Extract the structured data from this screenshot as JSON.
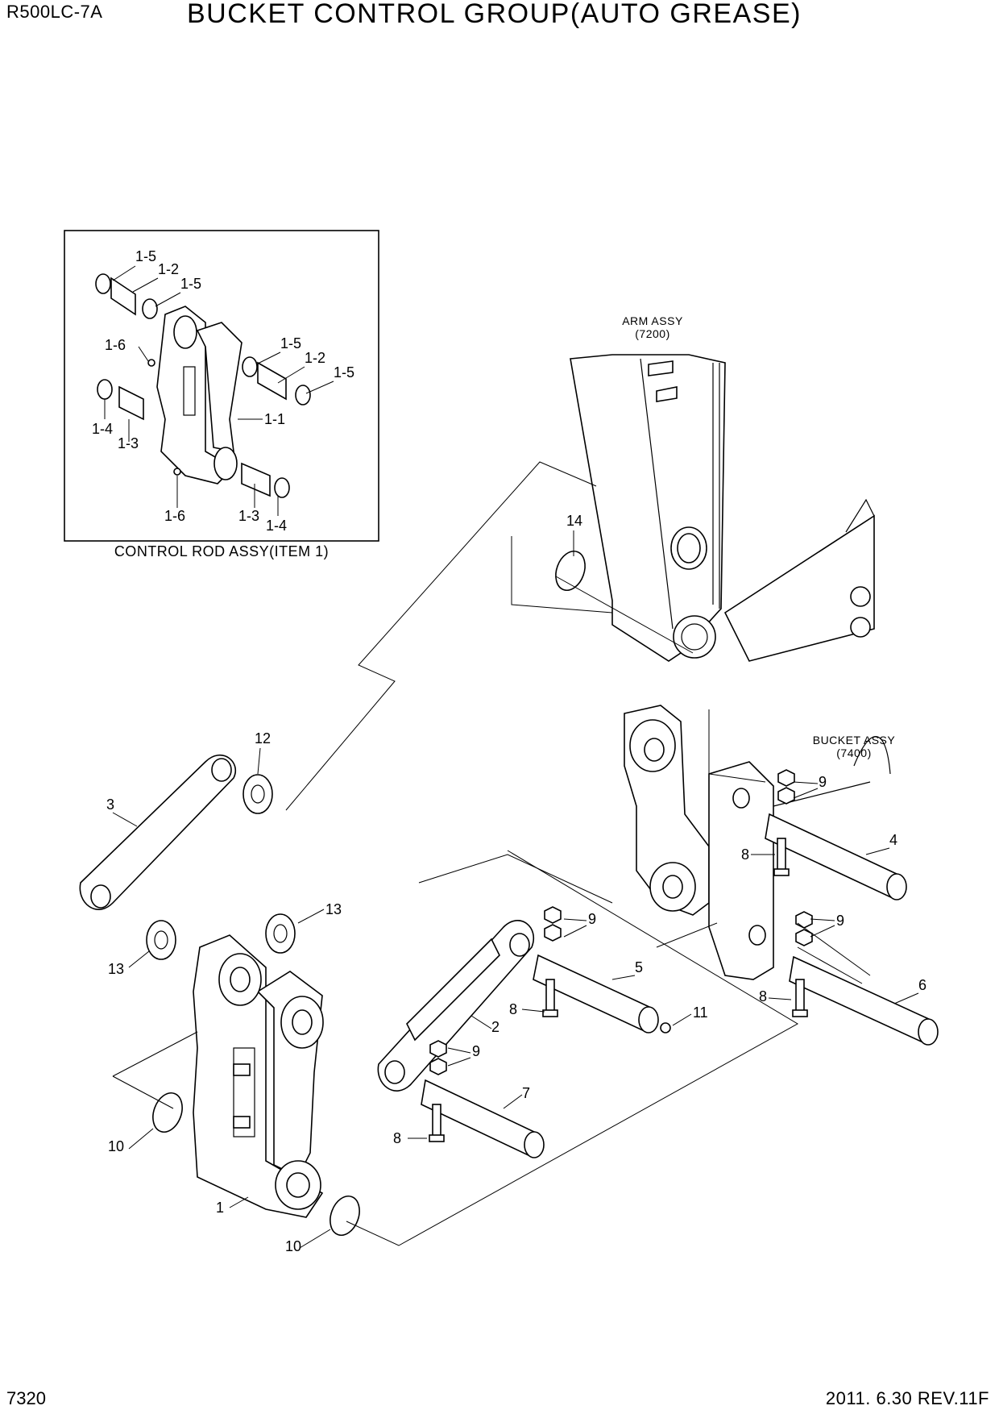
{
  "header": {
    "model": "R500LC-7A",
    "title": "BUCKET CONTROL GROUP(AUTO GREASE)"
  },
  "footer": {
    "page": "7320",
    "date_rev": "2011. 6.30  REV.11F"
  },
  "inset": {
    "caption": "CONTROL ROD ASSY(ITEM 1)",
    "labels": [
      "1-5",
      "1-2",
      "1-5",
      "1-6",
      "1-5",
      "1-2",
      "1-5",
      "1-1",
      "1-4",
      "1-3",
      "1-6",
      "1-3",
      "1-4"
    ]
  },
  "references": {
    "arm_assy": {
      "name": "ARM ASSY",
      "code": "(7200)"
    },
    "bucket_assy": {
      "name": "BUCKET ASSY",
      "code": "(7400)"
    }
  },
  "callouts": [
    "14",
    "12",
    "3",
    "9",
    "4",
    "8",
    "13",
    "13",
    "9",
    "5",
    "9",
    "11",
    "8",
    "8",
    "6",
    "2",
    "9",
    "7",
    "8",
    "10",
    "1",
    "10"
  ]
}
